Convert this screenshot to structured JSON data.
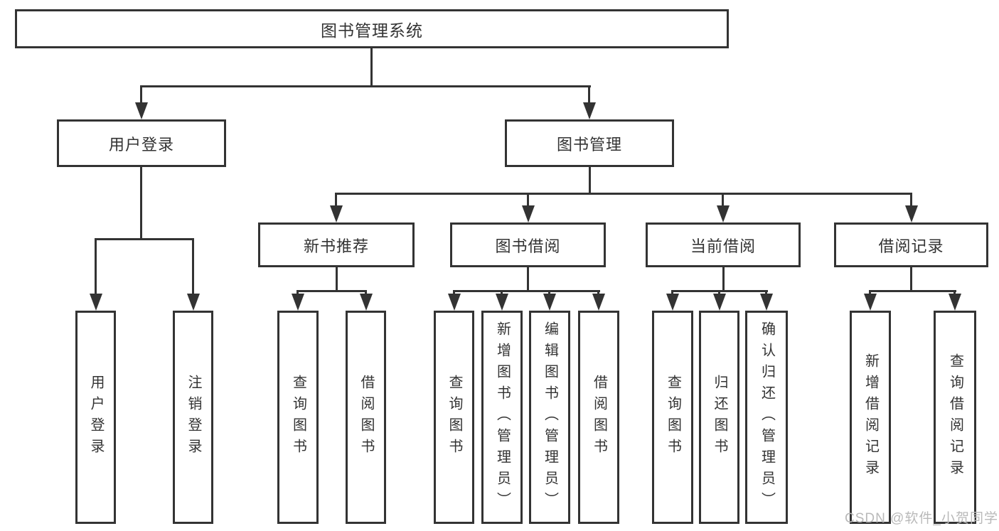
{
  "colors": {
    "line": "#333333",
    "text": "#333333",
    "watermark": "#b9b9b9",
    "background": "#ffffff"
  },
  "watermark": "CSDN @软件_小贺同学",
  "tree": {
    "root": {
      "label": "图书管理系统"
    },
    "children": [
      {
        "label": "用户登录",
        "children": [
          {
            "label": "用户登录"
          },
          {
            "label": "注销登录"
          }
        ]
      },
      {
        "label": "图书管理",
        "children": [
          {
            "label": "新书推荐",
            "children": [
              {
                "label": "查询图书"
              },
              {
                "label": "借阅图书"
              }
            ]
          },
          {
            "label": "图书借阅",
            "children": [
              {
                "label": "查询图书"
              },
              {
                "label": "新增图书（管理员）"
              },
              {
                "label": "编辑图书（管理员）"
              },
              {
                "label": "借阅图书"
              }
            ]
          },
          {
            "label": "当前借阅",
            "children": [
              {
                "label": "查询图书"
              },
              {
                "label": "归还图书"
              },
              {
                "label": "确认归还（管理员）"
              }
            ]
          },
          {
            "label": "借阅记录",
            "children": [
              {
                "label": "新增借阅记录"
              },
              {
                "label": "查询借阅记录"
              }
            ]
          }
        ]
      }
    ]
  }
}
